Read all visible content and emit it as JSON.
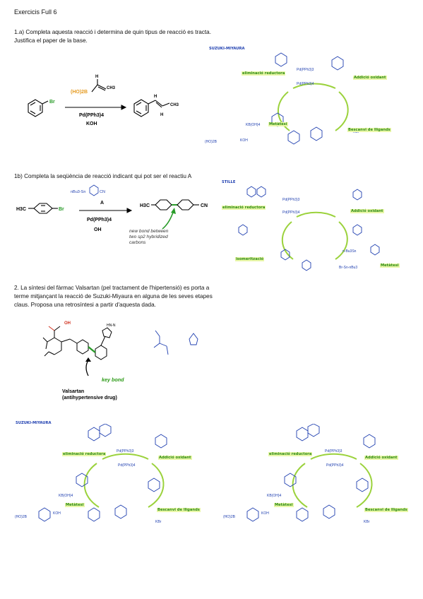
{
  "header": {
    "title": "Exercicis Full 6"
  },
  "q1a": {
    "prompt_line1": "1.a) Completa aquesta reacció i determina de quin tipus de reacció es tracta.",
    "prompt_line2": "Justifica el paper de la base.",
    "reactant_label": "Br",
    "boron_label": "(HO)2B",
    "methyl_label": "CH3",
    "h_label": "H",
    "catalyst": "Pd(PPh3)4",
    "base": "KOH",
    "product_methyl": "CH3",
    "cycle_title": "SUZUKI-MIYAURA",
    "cycle_labels": {
      "reductive": "eliminació reductora",
      "oxidative": "Addició oxidant",
      "metathesis": "Metàtesi",
      "ligand": "Bescanvi de lligands",
      "pd0": "Pd(PPh3)3",
      "pd1": "Pd(PPh3)4",
      "koh": "KOH",
      "kboh": "KB(OH)4",
      "kbr": "KBr",
      "boronic": "(HO)2B"
    }
  },
  "q1b": {
    "prompt": "1b) Completa la seqüència de reacció indicant qui pot ser el reactiu A",
    "reagent_a": "A",
    "stannane": "nBu3-Sn",
    "cn": "CN",
    "reactant_me": "H3C",
    "reactant_br": "Br",
    "catalyst": "Pd(PPh3)4",
    "base": "OH",
    "product_me": "H3C",
    "product_cn": "CN",
    "annotation_l1": "new bond between",
    "annotation_l2": "two sp2 hybridized",
    "annotation_l3": "carbons",
    "cycle_title": "STILLE",
    "cycle_labels": {
      "reductive": "eliminació reductora",
      "oxidative": "Addició oxidant",
      "isomer": "isomerització",
      "metathesis": "Metàtesi",
      "pd0": "Pd(PPh3)3",
      "pd1": "Pd(PPh3)4",
      "bu3snbr": "Br-Sn-nBu3",
      "stannane": "n-Bu3Sn"
    }
  },
  "q2": {
    "prompt_line1": "2. La síntesi del fàrmac Valsartan (pel tractament de l'hipertensió) es porta a",
    "prompt_line2": "terme mitjançant la reacció de Suzuki-Miyaura en alguna de les seves etapes",
    "prompt_line3": "claus. Proposa una retrosíntesi a partir d'aquesta dada.",
    "oh": "OH",
    "name": "Valsartan",
    "subtitle": "(antihypertensive drug)",
    "key_bond": "key bond",
    "tetrazole": "HN-N",
    "cycle_title": "SUZUKI-MIYAURA",
    "cycle_labels": {
      "reductive": "eliminació reductora",
      "oxidative": "Addició oxidant",
      "metathesis": "Metàtesi",
      "ligand": "Bescanvi de lligands",
      "pd0": "Pd(PPh3)3",
      "pd1": "Pd(PPh3)4",
      "koh": "KOH",
      "kboh": "KB(OH)4",
      "kbr": "KBr",
      "boronic": "(HO)2B"
    }
  }
}
